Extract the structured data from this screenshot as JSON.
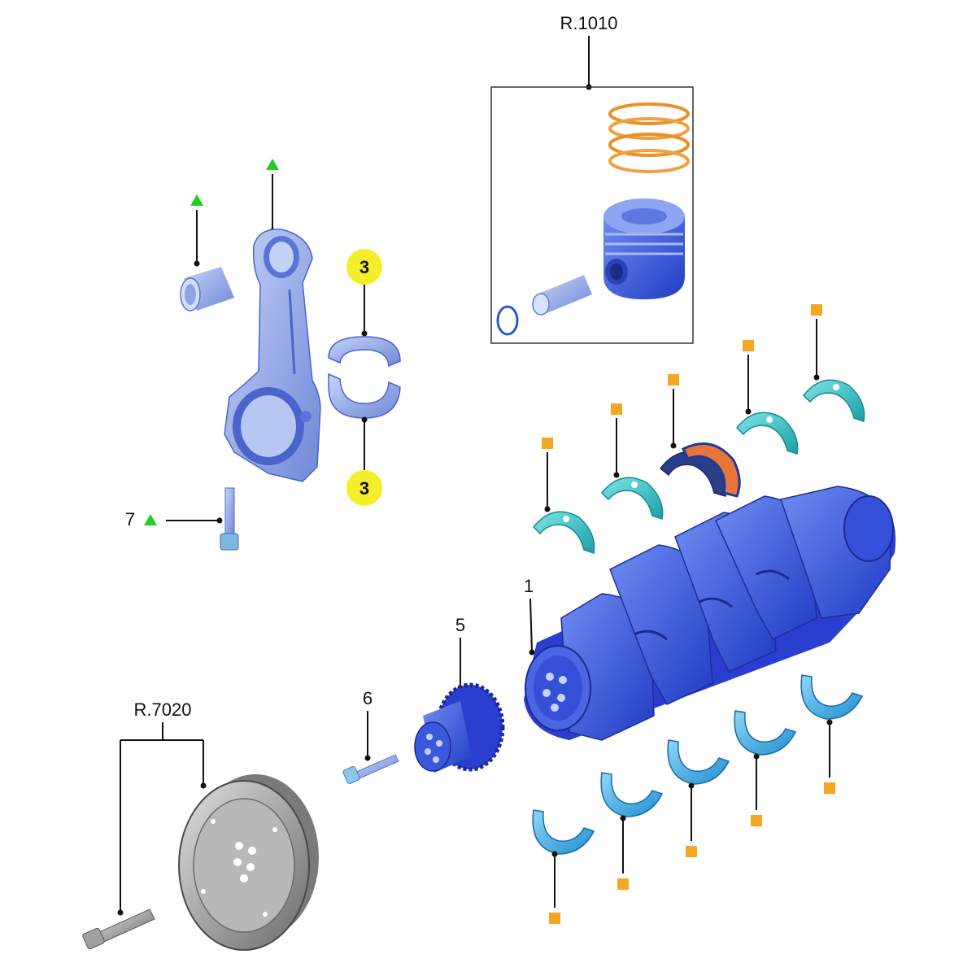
{
  "labels": {
    "ref_piston_group": "R.1010",
    "ref_flywheel_group": "R.7020",
    "crankshaft": "1",
    "bearing_shell_upper": "3",
    "bearing_shell_lower": "3",
    "sprocket": "5",
    "sprocket_bolt": "6",
    "rod_bolt": "7"
  },
  "colors": {
    "triangle_marker": "#22cc22",
    "square_marker": "#f5a623",
    "badge_yellow": "#f4ef2a",
    "part_blue": "#3a5bdc",
    "part_lightblue": "#9db4ef",
    "bearing_cyan": "#2ec8c8",
    "bearing_blue": "#3cb4ec",
    "ring_orange": "#f0a040",
    "flywheel_gray": "#9a9a9a"
  },
  "icons": {
    "triangle": "triangle-marker-icon",
    "square": "square-marker-icon"
  }
}
